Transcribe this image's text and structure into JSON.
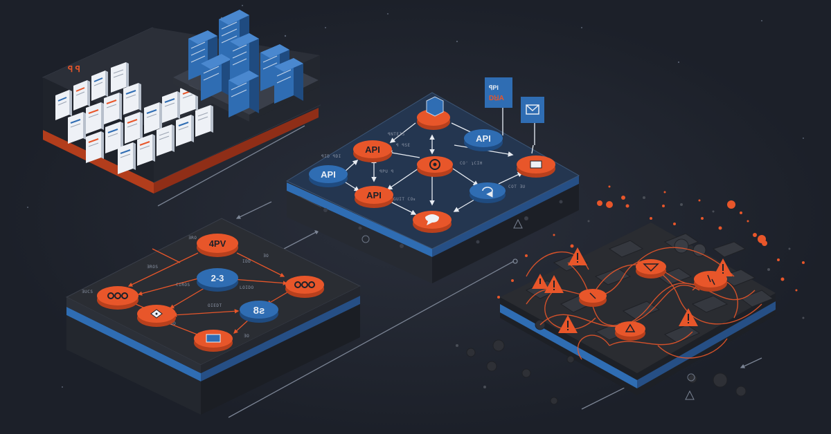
{
  "colors": {
    "background": "#1c2029",
    "orange": "#e8562a",
    "blue": "#2f6db3",
    "navy_platform": "#243650",
    "dark_platform": "#2a2d33",
    "arrow": "#dfe3ea"
  },
  "top_left_platform": {
    "glyph": "ꟼ ꟼ",
    "documents_icon": "document-icon",
    "servers_icon": "server-rack-icon"
  },
  "center_platform": {
    "flag_left_text": "ꟼPI\nDꞞA",
    "flag_right_icon": "envelope-icon",
    "nodes": [
      {
        "id": "api_a",
        "label": "API",
        "color": "orange"
      },
      {
        "id": "api_b",
        "label": "API",
        "color": "blue"
      },
      {
        "id": "api_c",
        "label": "API",
        "color": "orange"
      },
      {
        "id": "api_d",
        "label": "API",
        "color": "blue"
      },
      {
        "id": "top",
        "label": "",
        "icon": "box-icon",
        "color": "orange"
      },
      {
        "id": "hub",
        "label": "",
        "icon": "target-icon",
        "color": "orange"
      },
      {
        "id": "right",
        "label": "",
        "icon": "card-icon",
        "color": "orange"
      },
      {
        "id": "sync",
        "label": "",
        "icon": "refresh-icon",
        "color": "blue"
      },
      {
        "id": "bottom",
        "label": "",
        "icon": "chat-icon",
        "color": "orange"
      }
    ],
    "micro_labels": [
      "ꟼNTEIS",
      "ꟼID ꟼDI",
      "ꟼPU ꟼ",
      "ꟼ ꟼSE",
      "CO' ʇCIH",
      "GUIT COᴚ",
      "COT ƎU"
    ]
  },
  "bottom_left_platform": {
    "nodes": [
      {
        "id": "apv",
        "label": "4PV",
        "color": "orange"
      },
      {
        "id": "n23",
        "label": "2-3",
        "color": "blue"
      },
      {
        "id": "n8s",
        "label": "8ƨ",
        "color": "blue"
      },
      {
        "id": "left",
        "label": "",
        "icon": "gears-icon",
        "color": "orange"
      },
      {
        "id": "mid",
        "label": "",
        "icon": "dice-icon",
        "color": "orange"
      },
      {
        "id": "right",
        "label": "",
        "icon": "gears-icon",
        "color": "orange"
      },
      {
        "id": "bottom",
        "label": "",
        "icon": "card-icon",
        "color": "orange"
      }
    ]
  },
  "right_platform": {
    "state": "broken",
    "warning_icon": "warning-icon"
  }
}
